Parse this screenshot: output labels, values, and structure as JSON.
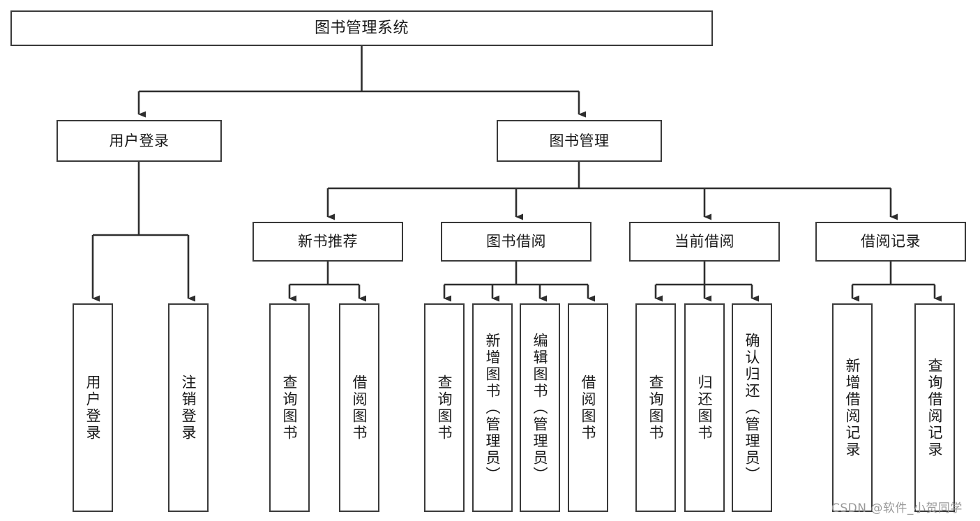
{
  "diagram": {
    "type": "hierarchy-tree",
    "title": "图书管理系统",
    "root": {
      "label": "图书管理系统"
    },
    "level1": [
      {
        "id": "user-login",
        "label": "用户登录"
      },
      {
        "id": "book-manage",
        "label": "图书管理"
      }
    ],
    "level2": [
      {
        "id": "new-book-recommend",
        "label": "新书推荐",
        "parent": "book-manage"
      },
      {
        "id": "book-borrow",
        "label": "图书借阅",
        "parent": "book-manage"
      },
      {
        "id": "current-borrow",
        "label": "当前借阅",
        "parent": "book-manage"
      },
      {
        "id": "borrow-record",
        "label": "借阅记录",
        "parent": "book-manage"
      }
    ],
    "leaves": [
      {
        "id": "leaf-user-login",
        "label": "用户登录",
        "parent": "user-login"
      },
      {
        "id": "leaf-logout",
        "label": "注销登录",
        "parent": "user-login"
      },
      {
        "id": "leaf-query-book-1",
        "label": "查询图书",
        "parent": "new-book-recommend"
      },
      {
        "id": "leaf-borrow-book-1",
        "label": "借阅图书",
        "parent": "new-book-recommend"
      },
      {
        "id": "leaf-query-book-2",
        "label": "查询图书",
        "parent": "book-borrow"
      },
      {
        "id": "leaf-add-book",
        "label": "新增图书（管理员）",
        "parent": "book-borrow"
      },
      {
        "id": "leaf-edit-book",
        "label": "编辑图书（管理员）",
        "parent": "book-borrow"
      },
      {
        "id": "leaf-borrow-book-2",
        "label": "借阅图书",
        "parent": "book-borrow"
      },
      {
        "id": "leaf-query-book-3",
        "label": "查询图书",
        "parent": "current-borrow"
      },
      {
        "id": "leaf-return-book",
        "label": "归还图书",
        "parent": "current-borrow"
      },
      {
        "id": "leaf-confirm-return",
        "label": "确认归还（管理员）",
        "parent": "current-borrow"
      },
      {
        "id": "leaf-add-record",
        "label": "新增借阅记录",
        "parent": "borrow-record"
      },
      {
        "id": "leaf-query-record",
        "label": "查询借阅记录",
        "parent": "borrow-record"
      }
    ],
    "colors": {
      "stroke": "#3a3a3a",
      "fill": "#ffffff",
      "text": "#1a1a1a",
      "watermark": "#9a9a9a"
    }
  },
  "watermark": {
    "text": "CSDN @软件_小贺同学"
  }
}
